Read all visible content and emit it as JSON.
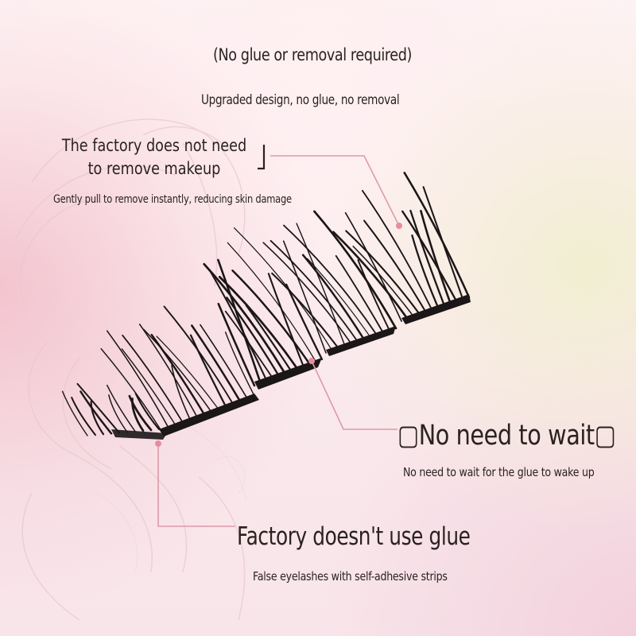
{
  "header": {
    "title": "(No glue or removal required)",
    "subtitle": "Upgraded design, no glue, no removal"
  },
  "callouts": {
    "makeup": {
      "title": "The factory does not need to remove makeup",
      "description": "Gently pull to remove instantly, reducing skin damage"
    },
    "wait": {
      "title": "\u0000No need to wait\u0000",
      "description": "No need to wait for the glue to wake up"
    },
    "glue": {
      "title": "Factory doesn't use glue",
      "description": "False eyelashes with self-adhesive strips"
    }
  },
  "colors": {
    "callout_line": "#dd9aa8",
    "callout_dot": "#e58ea0",
    "lash": "#1b1617",
    "background": "#f9e8ec"
  },
  "icons": [
    "eyelash-strip-image",
    "callout-dot-icon"
  ]
}
